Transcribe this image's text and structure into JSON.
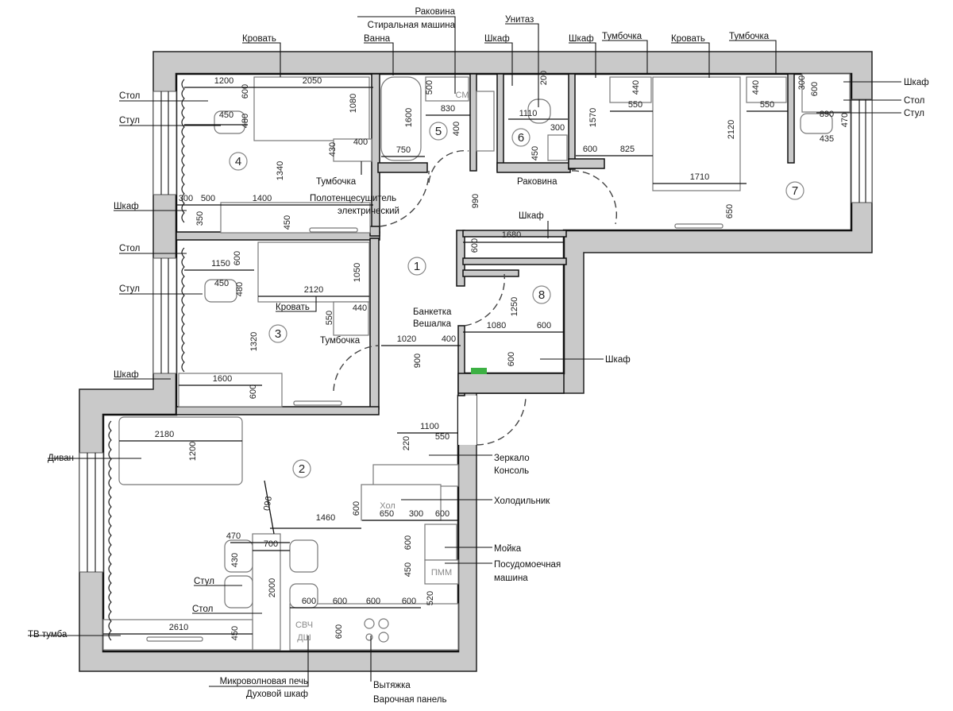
{
  "labels": [
    "Раковина",
    "Стиральная машина",
    "Ванна",
    "Унитаз",
    "Шкаф",
    "Кровать",
    "Шкаф",
    "Тумбочка",
    "Кровать",
    "Тумбочка",
    "Шкаф",
    "Стол",
    "Стул",
    "Стол",
    "Стул",
    "Шкаф",
    "Стол",
    "Стул",
    "Шкаф",
    "Диван",
    "ТВ тумба",
    "Стул",
    "Стол",
    "Микроволновая печь",
    "Духовой шкаф",
    "Вытяжка",
    "Варочная панель",
    "Зеркало",
    "Консоль",
    "Холодильник",
    "Мойка",
    "Посудомоечная",
    "машина",
    "Шкаф",
    "Банкетка",
    "Вешалка",
    "Тумбочка",
    "Полотенцесушитель",
    "электрический",
    "Раковина",
    "Шкаф",
    "Кровать",
    "Тумбочка"
  ],
  "dims": [
    "1200",
    "2050",
    "600",
    "1080",
    "450",
    "480",
    "430",
    "400",
    "1340",
    "300",
    "500",
    "1400",
    "350",
    "450",
    "1600",
    "750",
    "500",
    "830",
    "400",
    "1110",
    "300",
    "450",
    "200",
    "990",
    "1680",
    "600",
    "440",
    "550",
    "1570",
    "600",
    "825",
    "2120",
    "1710",
    "650",
    "440",
    "550",
    "300",
    "600",
    "890",
    "470",
    "435",
    "1150",
    "600",
    "1050",
    "450",
    "480",
    "2120",
    "440",
    "550",
    "1320",
    "1600",
    "600",
    "1020",
    "400",
    "900",
    "1250",
    "1080",
    "600",
    "600",
    "1100",
    "550",
    "220",
    "2180",
    "1200",
    "960",
    "1460",
    "600",
    "650",
    "300",
    "600",
    "470",
    "700",
    "430",
    "600",
    "450",
    "2000",
    "600",
    "600",
    "600",
    "600",
    "520",
    "2610",
    "450",
    "600"
  ],
  "fixture_texts": [
    "Хол",
    "ПММ",
    "СВЧ",
    "ДШ",
    "СМ"
  ],
  "rooms": [
    "1",
    "2",
    "3",
    "4",
    "5",
    "6",
    "7",
    "8"
  ],
  "colors": {
    "wall": "#c9c9c9",
    "line": "#111111",
    "green_mark": "#3cb043"
  }
}
